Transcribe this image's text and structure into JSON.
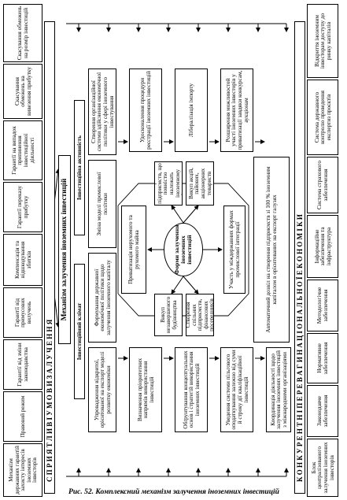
{
  "caption": {
    "prefix": "Рис. 52.",
    "text": "Комплексний механізм залучення іноземних інвестицій"
  },
  "mechanism_title": "Механізм залучення іноземних інвестицій",
  "climate": "Інвестиційний клімат",
  "activity": "Інвестиційна активність",
  "center": "Форми залучення іноземних інвестицій",
  "top_band": "С П Р И Я Т Л И В І   У М О В И   З А Л У Ч Е Н Н Я",
  "bottom_band": "К О Н К У Р Е Н Т Н І   П Е Р Е В А Г И   Н А Ц І О Н А Л Ь Н О Ї   Е К О Н О М І К И",
  "left_guarantees": [
    "Механізм державних гарантій захисту інтересів іноземних інвесторів",
    "Правовий режим",
    "Гарантії від зміни законодавства",
    "Гарантії від примусових вилучень",
    "Компенсація та відшкодування збитків",
    "Гарантії переказу прибутку",
    "Гарантії на випадок припинення інвестиційної діяльності",
    "Скасування обмежень на вивезення прибутку",
    "Скасування обмежень на розмір інвестицій"
  ],
  "right_measures": [
    "Блок централізованого залучення іноземних інвесторів",
    "Законодавче забезпечення",
    "Нормативне забезпечення",
    "Методологічне забезпечення",
    "Інформаційне забезпечення та інфраструктура",
    "Система страхового забезпечення",
    "Система державного контролю проведення експертиз проєктів",
    "Відкриття іноземним інвесторам доступу до ринку капіталів"
  ],
  "inner_top": [
    "Упровадження відкритої, орієнтованої на експорт моделі розвитку економіки",
    "Формування державної економічної політики щодо залучення іноземного капіталу",
    "Зміна моделі промислової політики",
    "Створення організаційної системи здійснення економічної політики у сфері іноземного інвестування"
  ],
  "inner_mid_left": [
    "Визначення пріоритетних напрямів використання інвестицій",
    "Обґрунтування концептуальних основ і стратегій використання іноземних інвестицій"
  ],
  "inner_mid_right": [
    "Удосконалення процедури реєстрації іноземних інвестицій",
    "Лібералізація імпорту"
  ],
  "privatization": "Приватизація нерухомого та рухомого майна",
  "forms_left": [
    "Викуп незавершеного будівництва",
    "Створення спільних підприємств, фінансових посередників"
  ],
  "forms_right": [
    "Створення підприємств, що повністю належать іноземному інвестору",
    "Викуп акцій, пайових, акціонерних товариств"
  ],
  "integration": "Участь у міждержавних формах промислової інтеграції",
  "bottom_left": "Уведення системи пільгового оподаткування залежно від суми й строку дії кваліфікаційної інвестицій",
  "bottom_mid": "Автоматичний дозвіл на створення підприємств зі 100 % іноземним капіталом в орієнтованих на експорт галузях",
  "bottom_right": "Розширення можливостей участі іноземних інвесторів у приватизації завдяки конкурсам, аукціонам",
  "coordination": "Координація діяльності щодо залучення іноземних інвестицій з міжнародними організаціями"
}
